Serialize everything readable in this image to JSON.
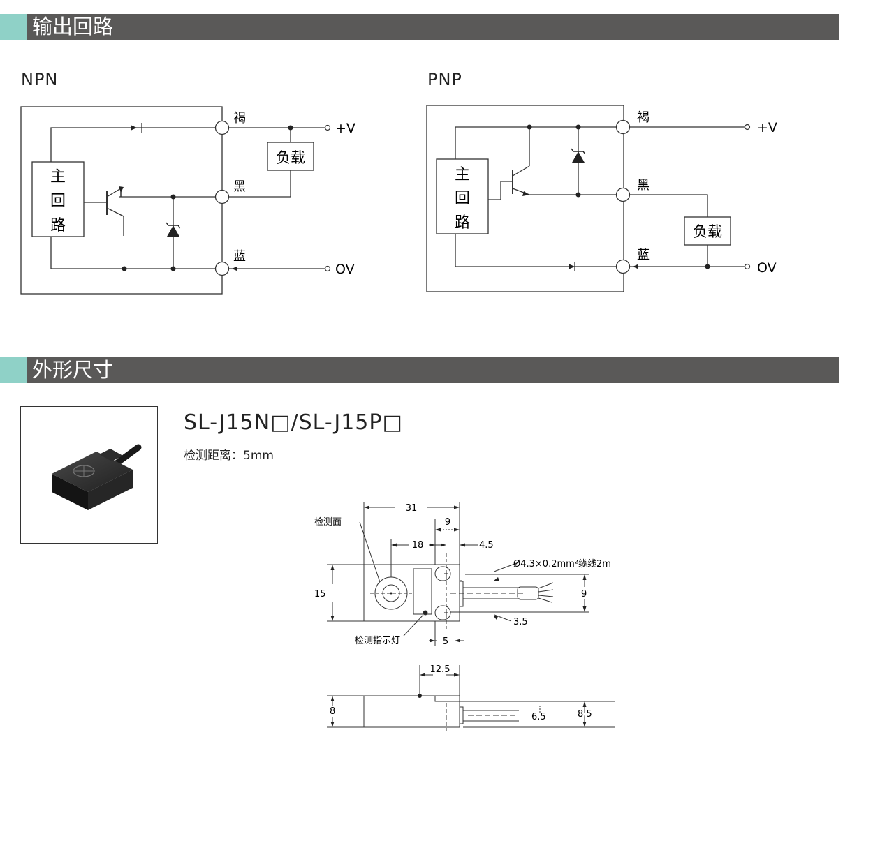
{
  "sections": {
    "output_circuit": "输出回路",
    "dimensions": "外形尺寸"
  },
  "npn": {
    "label": "NPN",
    "main_circuit": [
      "主",
      "回",
      "路"
    ],
    "wire_brown": "褐",
    "wire_black": "黑",
    "wire_blue": "蓝",
    "load": "负载",
    "plus_v": "+V",
    "zero_v": "OV"
  },
  "pnp": {
    "label": "PNP",
    "main_circuit": [
      "主",
      "回",
      "路"
    ],
    "wire_brown": "褐",
    "wire_black": "黑",
    "wire_blue": "蓝",
    "load": "负载",
    "plus_v": "+V",
    "zero_v": "OV"
  },
  "product": {
    "model": "SL-J15N□/SL-J15P□",
    "detection_distance": "检测距离：5mm"
  },
  "drawing": {
    "detect_face": "检测面",
    "indicator": "检测指示灯",
    "cable": "Ø4.3×0.2mm²缆线2m",
    "dim_31": "31",
    "dim_9_top": "9",
    "dim_18": "18",
    "dim_4_5": "4.5",
    "dim_15": "15",
    "dim_9_right": "9",
    "dim_3_5": "3.5",
    "dim_5": "5",
    "dim_12_5": "12.5",
    "dim_8": "8",
    "dim_6_5": "6.5",
    "dim_8_5": "8.5"
  }
}
